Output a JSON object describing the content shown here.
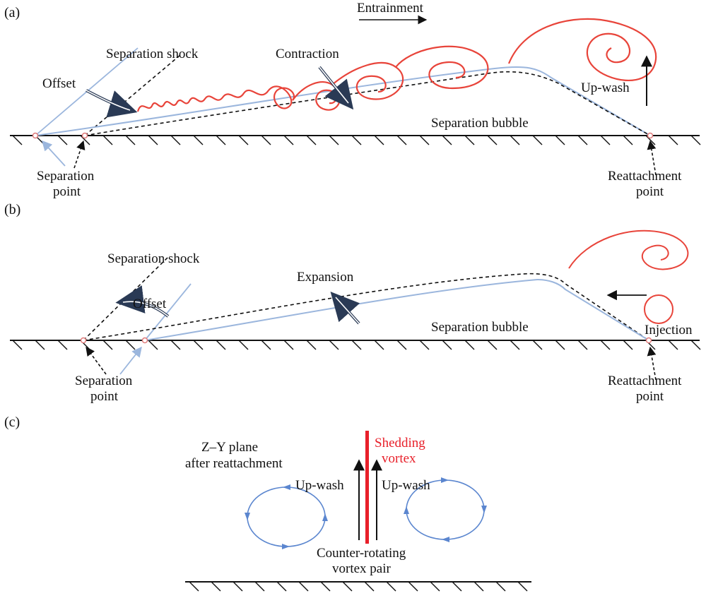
{
  "colors": {
    "ink": "#111111",
    "shear_layer": "#9bb6dd",
    "vortex_red": "#e8443a",
    "shedding_red": "#e8202a",
    "circulation_blue": "#5b86cf",
    "point_marker": "#e07a7a"
  },
  "panel_a": {
    "tag": "(a)",
    "labels": {
      "entrainment": "Entrainment",
      "separation_shock": "Separation shock",
      "contraction": "Contraction",
      "offset": "Offset",
      "up_wash": "Up-wash",
      "separation_bubble": "Separation bubble",
      "separation_point_1": "Separation",
      "separation_point_2": "point",
      "reattachment_point_1": "Reattachment",
      "reattachment_point_2": "point"
    }
  },
  "panel_b": {
    "tag": "(b)",
    "labels": {
      "separation_shock": "Separation shock",
      "expansion": "Expansion",
      "offset": "Offset",
      "separation_bubble": "Separation bubble",
      "injection": "Injection",
      "separation_point_1": "Separation",
      "separation_point_2": "point",
      "reattachment_point_1": "Reattachment",
      "reattachment_point_2": "point"
    }
  },
  "panel_c": {
    "tag": "(c)",
    "labels": {
      "plane_1": "Z–Y plane",
      "plane_2": "after reattachment",
      "shedding_1": "Shedding",
      "shedding_2": "vortex",
      "up_wash_left": "Up-wash",
      "up_wash_right": "Up-wash",
      "vortex_pair_1": "Counter-rotating",
      "vortex_pair_2": "vortex pair"
    }
  }
}
